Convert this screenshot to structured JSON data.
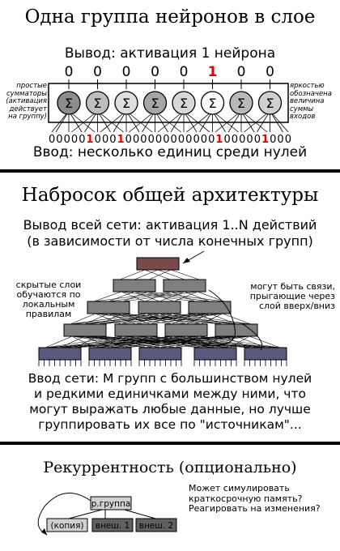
{
  "section1": {
    "title": "Одна группа нейронов в слое",
    "output_label": "Вывод: активация 1 нейрона",
    "output_values": [
      "0",
      "0",
      "0",
      "0",
      "0",
      "1",
      "0",
      "0"
    ],
    "neurons": [
      {
        "fill": "#8c8c8c"
      },
      {
        "fill": "#bdbdbd"
      },
      {
        "fill": "#dedede"
      },
      {
        "fill": "#a6a6a6"
      },
      {
        "fill": "#d8d8d8"
      },
      {
        "fill": "#ffffff"
      },
      {
        "fill": "#b8b8b8"
      },
      {
        "fill": "#d0d0d0"
      }
    ],
    "sum_symbol": "Σ",
    "input_bits": "00000100010000000000001000001000",
    "input_label": "Ввод: несколько единиц среди нулей",
    "left_note": [
      "простые",
      "сумматоры",
      "(активация",
      "действует",
      "на группу)"
    ],
    "right_note": [
      "яркостью",
      "обозначена",
      "величина",
      "суммы",
      "входов"
    ],
    "highlight_color": "#e00000"
  },
  "section2": {
    "title": "Набросок общей архитектуры",
    "output_label_line1": "Вывод всей сети: активация 1..N действий",
    "output_label_line2": "(в зависимости от числа конечных групп)",
    "left_note": [
      "скрытые слои",
      "обучаются по",
      "локальным",
      "правилам"
    ],
    "right_note": [
      "могут быть связи,",
      "прыгающие через",
      "слой вверх/вниз"
    ],
    "input_label": [
      "Ввод сети: M групп с большинством нулей",
      "и редкими единичками между ними, что",
      "могут выражать любые данные, но лучше",
      "группировать их все по \"источникам\"..."
    ],
    "colors": {
      "top": "#7a4a4a",
      "hidden": "#7f7f7f",
      "input": "#5a5a80"
    }
  },
  "section3": {
    "title": "Рекуррентность (опционально)",
    "group_label": "р.группа",
    "copy_label": "(копия)",
    "ext1_label": "внеш. 1",
    "ext2_label": "внеш. 2",
    "note": [
      "Может симулировать",
      "краткосрочную память?",
      "Реагировать на изменения?"
    ]
  }
}
